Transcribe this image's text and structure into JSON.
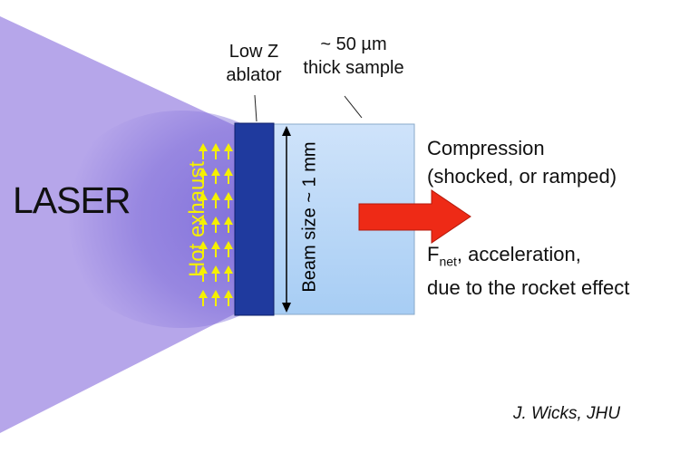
{
  "laser_label": "LASER",
  "ablator_label": {
    "line1": "Low Z",
    "line2": "ablator"
  },
  "sample_label": {
    "line1": "~ 50 µm",
    "line2": "thick sample"
  },
  "exhaust_label": "Hot  exhaust",
  "beam_size_label": "Beam size ~ 1 mm",
  "compression_label": {
    "line1": "Compression",
    "line2": "(shocked, or ramped)"
  },
  "force_label": {
    "symbol": "F",
    "subscript": "net",
    "rest": ",  acceleration,",
    "line2": "due to the rocket effect"
  },
  "credit": "J. Wicks, JHU",
  "colors": {
    "laser": "#b6a6ea",
    "plume": "#7f6ed9",
    "ablator": "#1f3a9e",
    "sample_top": "#cfe3fa",
    "sample_bottom": "#a7cdf4",
    "arrow": "#ee2a16",
    "exhaust": "#f5f000"
  }
}
